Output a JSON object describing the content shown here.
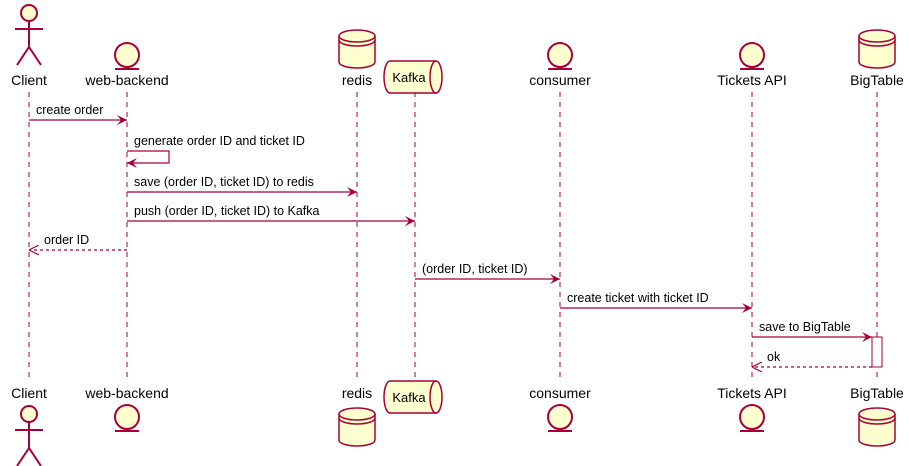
{
  "colors": {
    "stroke": "#A80036",
    "fill": "#FEFECE",
    "text": "#000000",
    "lifeline": "#A80036"
  },
  "participants": [
    {
      "id": "client",
      "label": "Client",
      "shape": "actor-icon"
    },
    {
      "id": "web-backend",
      "label": "web-backend",
      "shape": "entity-icon"
    },
    {
      "id": "redis",
      "label": "redis",
      "shape": "database-icon"
    },
    {
      "id": "kafka",
      "label": "Kafka",
      "shape": "queue-icon"
    },
    {
      "id": "consumer",
      "label": "consumer",
      "shape": "entity-icon"
    },
    {
      "id": "tickets-api",
      "label": "Tickets API",
      "shape": "entity-icon"
    },
    {
      "id": "bigtable",
      "label": "BigTable",
      "shape": "database-icon"
    }
  ],
  "messages": [
    {
      "from": "client",
      "to": "web-backend",
      "label": "create order",
      "style": "solid"
    },
    {
      "from": "web-backend",
      "to": "web-backend",
      "label": "generate order ID and ticket ID",
      "style": "self"
    },
    {
      "from": "web-backend",
      "to": "redis",
      "label": "save (order ID, ticket ID) to redis",
      "style": "solid"
    },
    {
      "from": "web-backend",
      "to": "kafka",
      "label": "push (order ID, ticket ID) to Kafka",
      "style": "solid"
    },
    {
      "from": "web-backend",
      "to": "client",
      "label": "order ID",
      "style": "dashed"
    },
    {
      "from": "kafka",
      "to": "consumer",
      "label": "(order ID, ticket ID)",
      "style": "solid"
    },
    {
      "from": "consumer",
      "to": "tickets-api",
      "label": "create ticket with ticket ID",
      "style": "solid"
    },
    {
      "from": "tickets-api",
      "to": "bigtable",
      "label": "save to BigTable",
      "style": "solid"
    },
    {
      "from": "bigtable",
      "to": "tickets-api",
      "label": "ok",
      "style": "dashed"
    }
  ],
  "activations": [
    {
      "participant": "bigtable",
      "from_message": 7,
      "to_message": 8
    }
  ]
}
